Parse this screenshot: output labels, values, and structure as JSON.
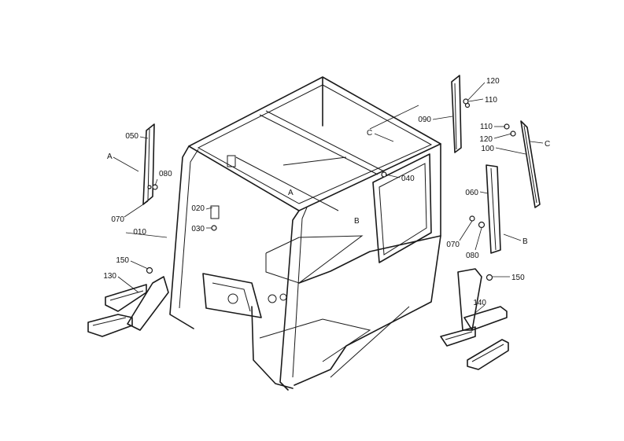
{
  "labels": {
    "p010": "010",
    "p020": "020",
    "p030": "030",
    "p040": "040",
    "p050": "050",
    "p060": "060",
    "p070_left": "070",
    "p070_right": "070",
    "p080_left": "080",
    "p080_right": "080",
    "p090": "090",
    "p100": "100",
    "p110_top": "110",
    "p110_mid": "110",
    "p120_top": "120",
    "p120_mid": "120",
    "p130": "130",
    "p140": "140",
    "p150_left": "150",
    "p150_right": "150",
    "ref_a_left": "A",
    "ref_a_frame": "A",
    "ref_b_frame": "B",
    "ref_b_right": "B",
    "ref_c_frame": "C",
    "ref_c_right": "C"
  }
}
